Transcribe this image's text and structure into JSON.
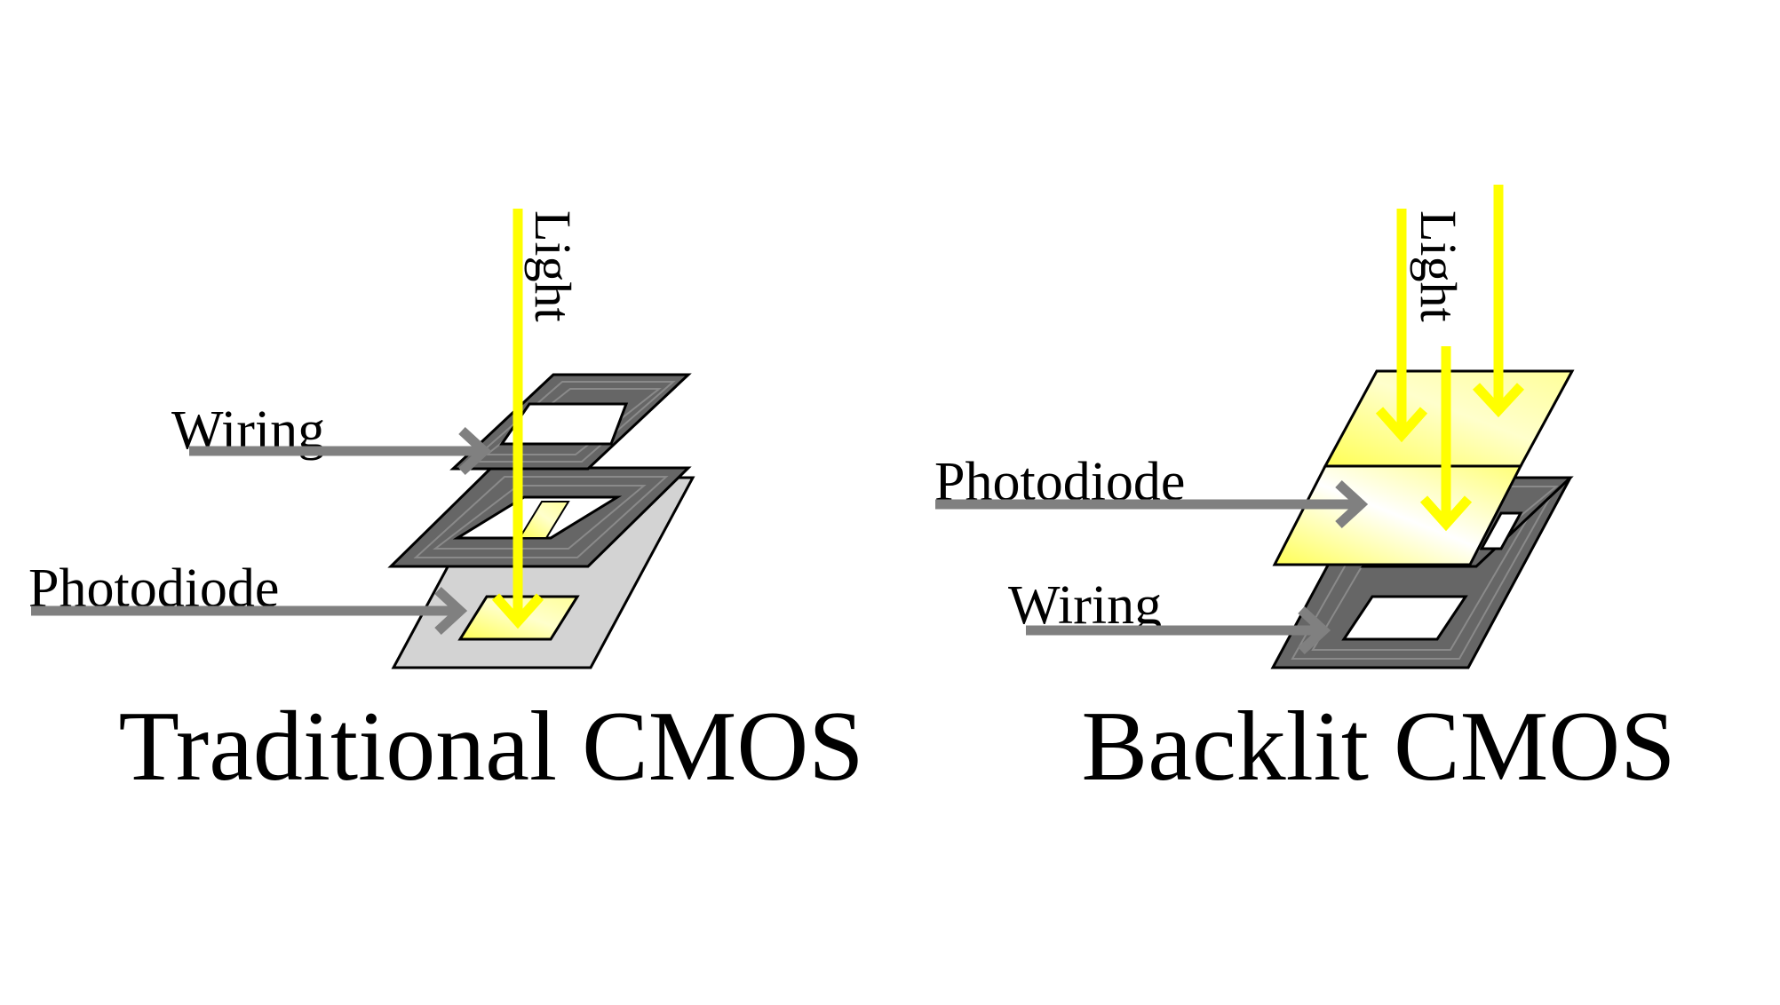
{
  "diagrams": [
    {
      "title": "Traditional CMOS",
      "light_label": "Light",
      "wiring_label": "Wiring",
      "photodiode_label": "Photodiode"
    },
    {
      "title": "Backlit CMOS",
      "light_label": "Light",
      "wiring_label": "Wiring",
      "photodiode_label": "Photodiode"
    }
  ],
  "colors": {
    "light": "#ffff00",
    "wiring": "#666666",
    "wiring_trace": "#9a9a9a",
    "photodiode_substrate": "#d3d3d3",
    "photodiode_active": "#ffff66",
    "pointer": "#808080",
    "outline": "#000000"
  }
}
